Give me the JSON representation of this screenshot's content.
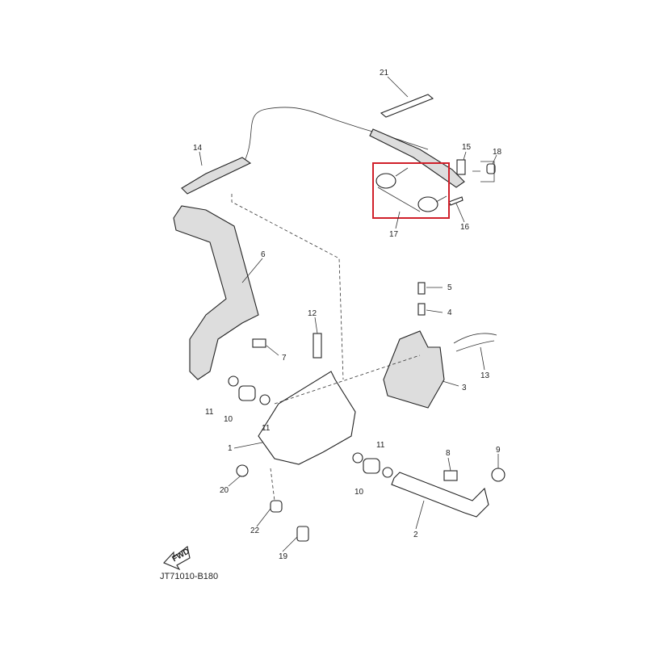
{
  "diagram": {
    "labels": [
      "21",
      "14",
      "15",
      "18",
      "17",
      "16",
      "6",
      "5",
      "4",
      "12",
      "7",
      "13",
      "3",
      "11",
      "10",
      "11",
      "1",
      "11",
      "8",
      "9",
      "20",
      "10",
      "22",
      "2",
      "19"
    ],
    "fwd_label": "FWD",
    "drawing_code": "JT71010-B180",
    "highlight_color": "#d0202a",
    "highlighted_part": "17"
  }
}
